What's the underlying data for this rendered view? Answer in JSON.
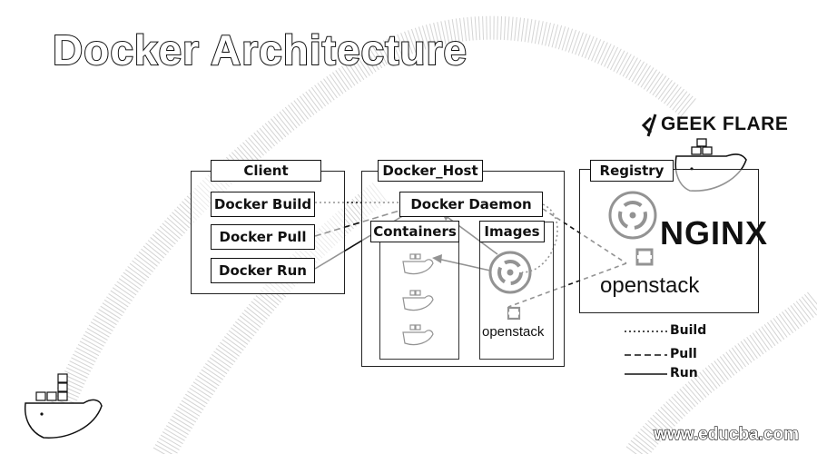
{
  "title": "Docker Architecture",
  "brand": "GEEK FLARE",
  "client": {
    "label": "Client",
    "commands": [
      "Docker Build",
      "Docker Pull",
      "Docker Run"
    ]
  },
  "host": {
    "label": "Docker_Host",
    "daemon": "Docker Daemon",
    "containers_label": "Containers",
    "images_label": "Images",
    "image_logo": "openstack"
  },
  "registry": {
    "label": "Registry",
    "logos": [
      "NGINX",
      "openstack"
    ]
  },
  "legend": [
    {
      "label": "Build",
      "style": "dotted"
    },
    {
      "label": "Pull",
      "style": "dashed"
    },
    {
      "label": "Run",
      "style": "solid"
    }
  ],
  "footer": "www.educba.com",
  "colors": {
    "ink": "#111111",
    "background": "#ffffff"
  }
}
